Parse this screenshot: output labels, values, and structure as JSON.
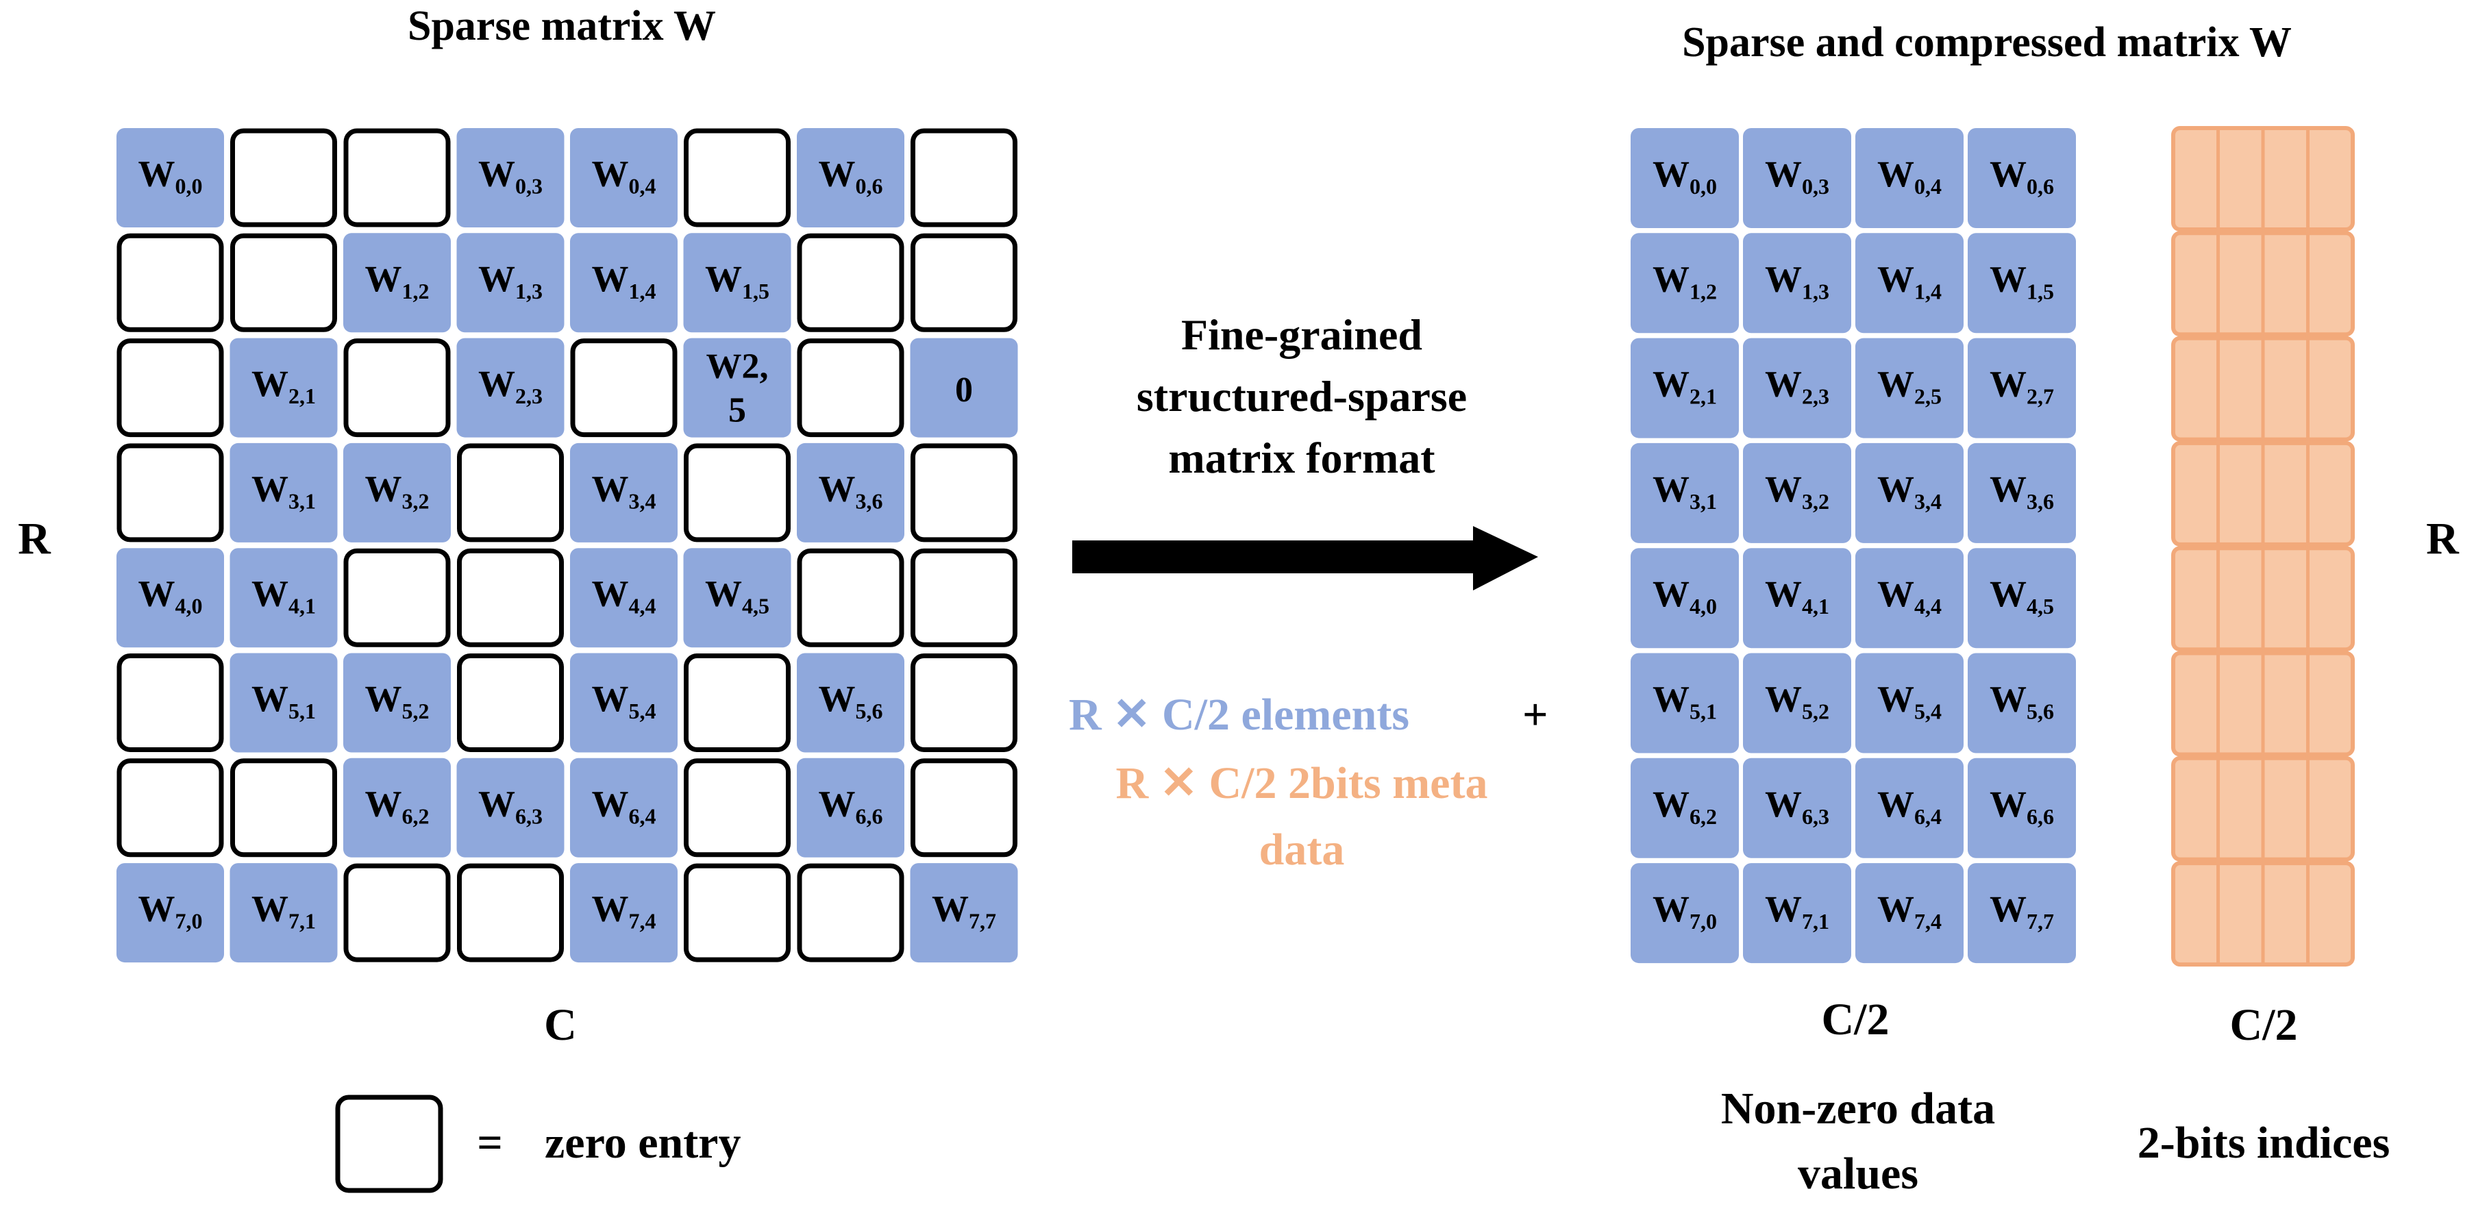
{
  "colors": {
    "value_cell": "#8FA8DC",
    "zero_cell_border": "#000000",
    "meta_fill": "#F8C8A6",
    "meta_border": "#F2A97A",
    "value_text": "#8FA8DC",
    "meta_text": "#F4B183",
    "arrow": "#000000"
  },
  "left": {
    "title": "Sparse matrix W",
    "row_label": "R",
    "col_label": "C",
    "grid": [
      [
        {
          "base": "W",
          "sub": "0,0"
        },
        null,
        null,
        {
          "base": "W",
          "sub": "0,3"
        },
        {
          "base": "W",
          "sub": "0,4"
        },
        null,
        {
          "base": "W",
          "sub": "0,6"
        },
        null
      ],
      [
        null,
        null,
        {
          "base": "W",
          "sub": "1,2"
        },
        {
          "base": "W",
          "sub": "1,3"
        },
        {
          "base": "W",
          "sub": "1,4"
        },
        {
          "base": "W",
          "sub": "1,5"
        },
        null,
        null
      ],
      [
        null,
        {
          "base": "W",
          "sub": "2,1"
        },
        null,
        {
          "base": "W",
          "sub": "2,3"
        },
        null,
        {
          "line1": "W2,",
          "line2": "5"
        },
        null,
        {
          "plain": "0"
        }
      ],
      [
        null,
        {
          "base": "W",
          "sub": "3,1"
        },
        {
          "base": "W",
          "sub": "3,2"
        },
        null,
        {
          "base": "W",
          "sub": "3,4"
        },
        null,
        {
          "base": "W",
          "sub": "3,6"
        },
        null
      ],
      [
        {
          "base": "W",
          "sub": "4,0"
        },
        {
          "base": "W",
          "sub": "4,1"
        },
        null,
        null,
        {
          "base": "W",
          "sub": "4,4"
        },
        {
          "base": "W",
          "sub": "4,5"
        },
        null,
        null
      ],
      [
        null,
        {
          "base": "W",
          "sub": "5,1"
        },
        {
          "base": "W",
          "sub": "5,2"
        },
        null,
        {
          "base": "W",
          "sub": "5,4"
        },
        null,
        {
          "base": "W",
          "sub": "5,6"
        },
        null
      ],
      [
        null,
        null,
        {
          "base": "W",
          "sub": "6,2"
        },
        {
          "base": "W",
          "sub": "6,3"
        },
        {
          "base": "W",
          "sub": "6,4"
        },
        null,
        {
          "base": "W",
          "sub": "6,6"
        },
        null
      ],
      [
        {
          "base": "W",
          "sub": "7,0"
        },
        {
          "base": "W",
          "sub": "7,1"
        },
        null,
        null,
        {
          "base": "W",
          "sub": "7,4"
        },
        null,
        null,
        {
          "base": "W",
          "sub": "7,7"
        }
      ]
    ],
    "legend": {
      "equals": "=",
      "label": "zero entry"
    }
  },
  "middle": {
    "format_lines": [
      "Fine-grained",
      "structured-sparse",
      "matrix format"
    ],
    "elements_text": "R ✕ C/2 elements",
    "plus": "+",
    "meta_line1": "R ✕ C/2 2bits meta",
    "meta_line2": "data"
  },
  "right": {
    "title": "Sparse and compressed matrix W",
    "row_label": "R",
    "values": [
      [
        "0,0",
        "0,3",
        "0,4",
        "0,6"
      ],
      [
        "1,2",
        "1,3",
        "1,4",
        "1,5"
      ],
      [
        "2,1",
        "2,3",
        "2,5",
        "2,7"
      ],
      [
        "3,1",
        "3,2",
        "3,4",
        "3,6"
      ],
      [
        "4,0",
        "4,1",
        "4,4",
        "4,5"
      ],
      [
        "5,1",
        "5,2",
        "5,4",
        "5,6"
      ],
      [
        "6,2",
        "6,3",
        "6,4",
        "6,6"
      ],
      [
        "7,0",
        "7,1",
        "7,4",
        "7,7"
      ]
    ],
    "values_col_label": "C/2",
    "values_caption": [
      "Non-zero data",
      "values"
    ],
    "meta_col_label": "C/2",
    "meta_caption": "2-bits indices"
  }
}
